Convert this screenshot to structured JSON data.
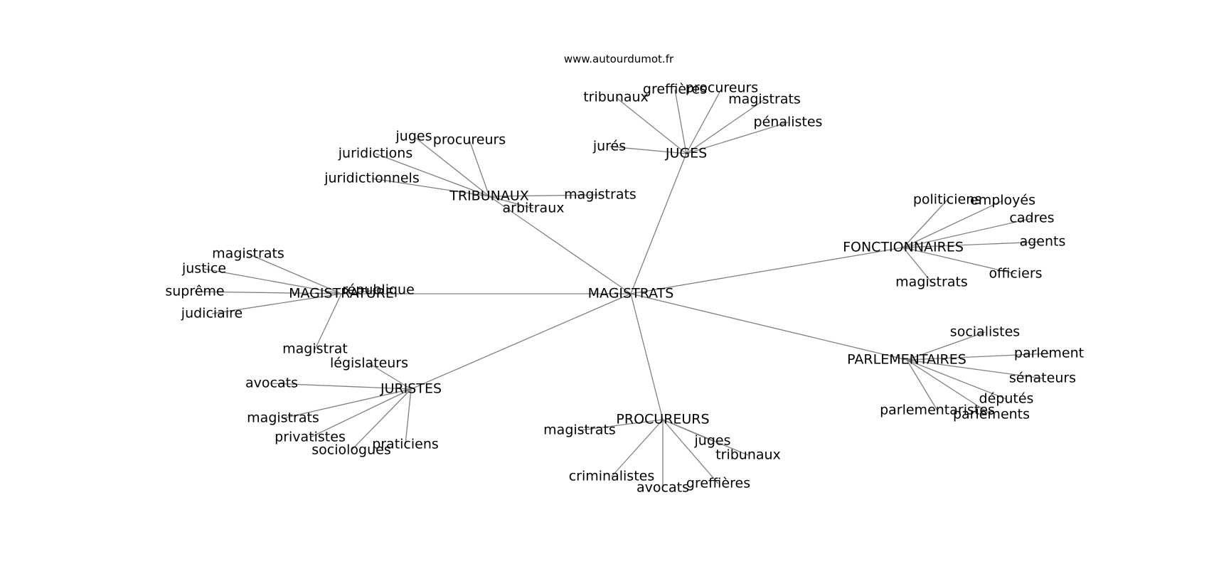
{
  "site": "www.autourdumot.fr",
  "center": "MAGISTRATS",
  "clusters": [
    {
      "hub": "JUGES",
      "leaves": [
        "tribunaux",
        "greffières",
        "procureurs",
        "magistrats",
        "pénalistes",
        "jurés"
      ]
    },
    {
      "hub": "TRIBUNAUX",
      "leaves": [
        "juges",
        "procureurs",
        "juridictions",
        "juridictionnels",
        "magistrats",
        "arbitraux"
      ]
    },
    {
      "hub": "FONCTIONNAIRES",
      "leaves": [
        "politiciens",
        "employés",
        "cadres",
        "agents",
        "officiers",
        "magistrats"
      ]
    },
    {
      "hub": "MAGISTRATURE",
      "leaves": [
        "magistrats",
        "justice",
        "suprême",
        "république",
        "judiciaire",
        "magistrat"
      ]
    },
    {
      "hub": "PARLEMENTAIRES",
      "leaves": [
        "socialistes",
        "parlement",
        "sénateurs",
        "députés",
        "parlements",
        "parlementaristes"
      ]
    },
    {
      "hub": "JURISTES",
      "leaves": [
        "législateurs",
        "avocats",
        "magistrats",
        "privatistes",
        "sociologues",
        "praticiens"
      ]
    },
    {
      "hub": "PROCUREURS",
      "leaves": [
        "magistrats",
        "juges",
        "tribunaux",
        "criminalistes",
        "avocats",
        "greffières"
      ]
    }
  ]
}
